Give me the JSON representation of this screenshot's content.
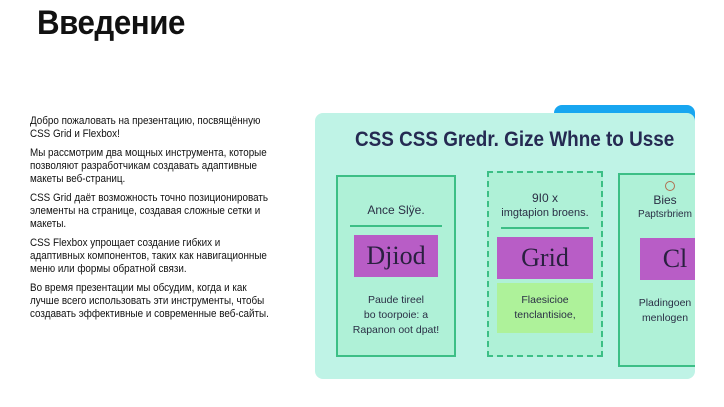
{
  "slide": {
    "title": "Введение",
    "paragraphs": [
      "Добро пожаловать на презентацию, посвящённую CSS Grid и Flexbox!",
      "Мы рассмотрим два мощных инструмента, которые позволяют разработчикам создавать адаптивные макеты веб-страниц.",
      "CSS Grid даёт возможность точно позиционировать элементы на странице, создавая сложные сетки и макеты.",
      "CSS Flexbox упрощает создание гибких и адаптивных компонентов, таких как навигационные меню или формы обратной связи.",
      "Во время презентации мы обсудим, когда и как лучше всего использовать эти инструменты, чтобы создавать эффективные и современные веб-сайты."
    ]
  },
  "image": {
    "title": "CSS CSS Gredr. Gize Whne to Usse",
    "cards": [
      {
        "header1": "Ance Slÿe.",
        "header2": "",
        "label": "Djiod",
        "footer1": "Paude tireel",
        "footer2": "bo toorpoie: a",
        "footer3": "Rapanon oot dpat!"
      },
      {
        "header1": "9I0 x",
        "header2": "imgtapion broens.",
        "label": "Grid",
        "footer1": "Flaesicioe",
        "footer2": "tenclantisioe,",
        "footer3": ""
      },
      {
        "header1": "Bies",
        "header2": "Paptsrbriem",
        "label": "Cl",
        "footer1": "Pladingoen",
        "footer2": "menlogen",
        "footer3": ""
      }
    ]
  }
}
